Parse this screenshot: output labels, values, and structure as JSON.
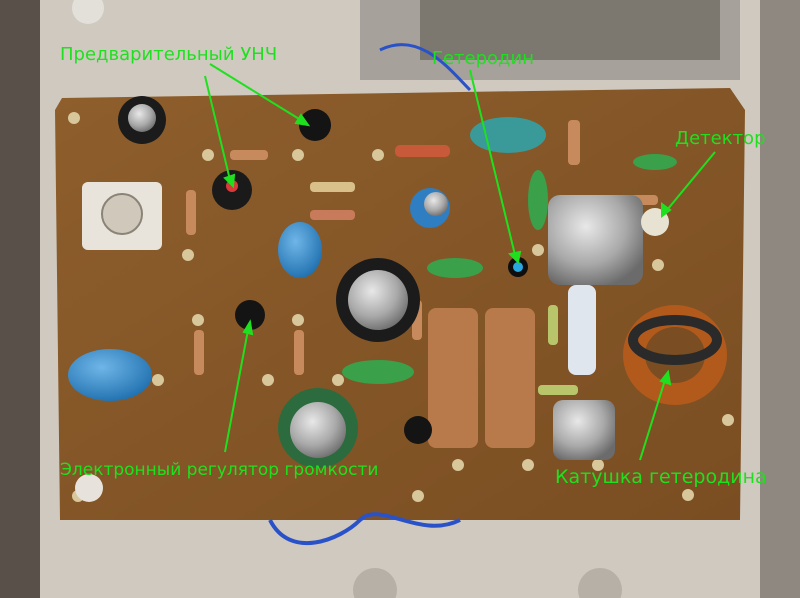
{
  "labels": {
    "preamp": "Предварительный УНЧ",
    "local_oscillator": "Гетеродин",
    "detector": "Детектор",
    "volume_control": "Электронный регулятор громкости",
    "oscillator_coil": "Катушка гетеродина"
  },
  "colors": {
    "label_text": "#1fe01f",
    "pcb": "#8a5a2a",
    "enclosure": "#c9c4bc"
  }
}
